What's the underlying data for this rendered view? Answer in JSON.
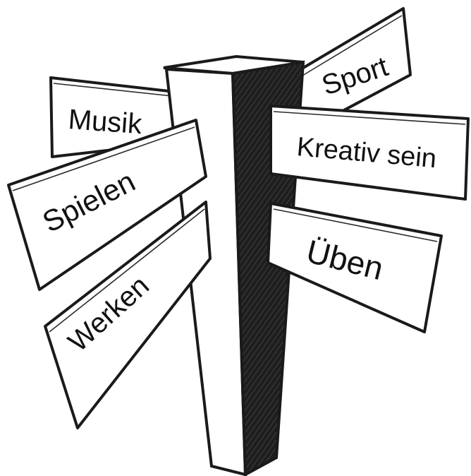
{
  "signpost": {
    "signs": {
      "musik": "Musik",
      "sport": "Sport",
      "spielen": "Spielen",
      "kreativ": "Kreativ sein",
      "ueben": "Üben",
      "werken": "Werken"
    },
    "colors": {
      "ink": "#1a1a1a",
      "post_shadow": "#1e1e1e",
      "paper": "#ffffff"
    }
  }
}
